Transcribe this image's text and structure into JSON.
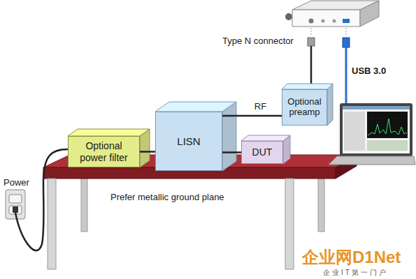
{
  "diagram": {
    "nodes": [
      {
        "text": [
          "Optional power filter"
        ]
      },
      {
        "text": [
          "LISN"
        ]
      },
      {
        "text": [
          "DUT"
        ]
      },
      {
        "text": [
          "Optional preamp"
        ]
      }
    ],
    "edges": [
      {
        "from": 0,
        "to": 1,
        "arrow": "none"
      },
      {
        "from": 1,
        "to": 2,
        "arrow": "none"
      },
      {
        "from": 1,
        "to": 3,
        "label": "RF",
        "arrow": "none"
      }
    ],
    "labels": [
      "Type N connector",
      "USB 3.0",
      "Power",
      "Prefer metallic ground plane",
      "企业网D1Net",
      "企业IT第一门户"
    ]
  }
}
